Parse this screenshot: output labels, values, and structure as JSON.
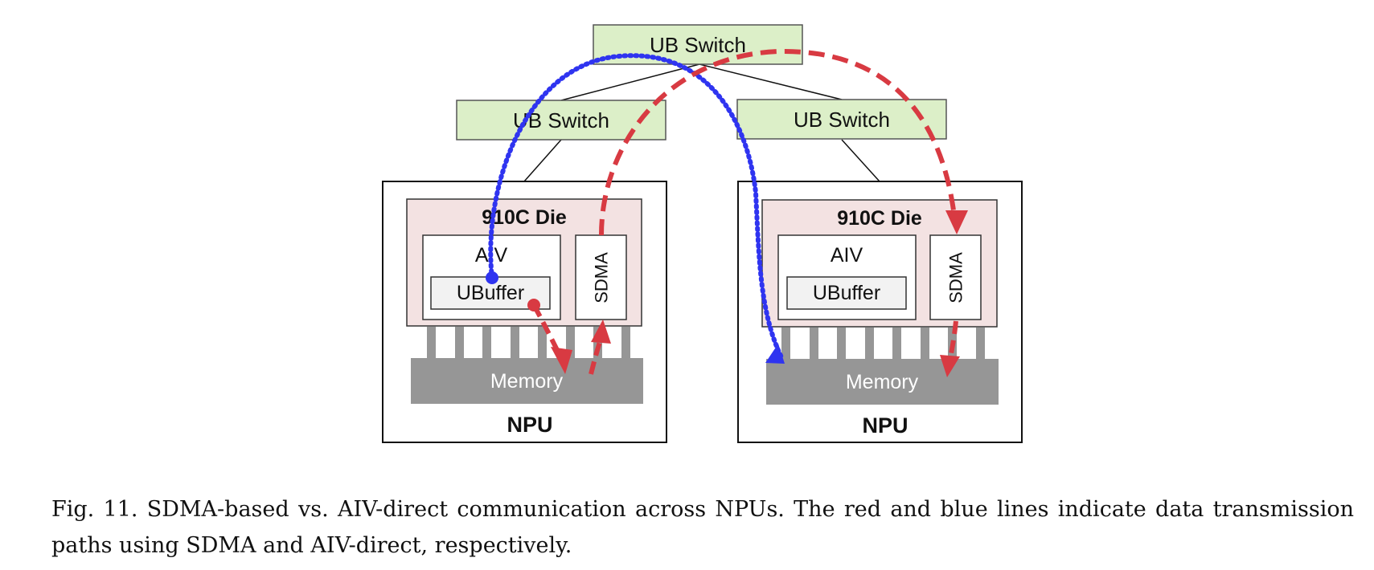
{
  "diagram": {
    "switch_top": "UB Switch",
    "switch_left": "UB Switch",
    "switch_right": "UB Switch",
    "npu_left": {
      "die": "910C Die",
      "aiv": "AIV",
      "ubuffer": "UBuffer",
      "sdma": "SDMA",
      "memory": "Memory",
      "npu": "NPU"
    },
    "npu_right": {
      "die": "910C Die",
      "aiv": "AIV",
      "ubuffer": "UBuffer",
      "sdma": "SDMA",
      "memory": "Memory",
      "npu": "NPU"
    },
    "colors": {
      "switch_fill": "#dcefc8",
      "die_fill": "#f3e2e2",
      "memory_fill": "#969696",
      "ubuffer_fill": "#f2f2f2",
      "sdma_path": "#d83a42",
      "aiv_direct_path": "#2f34f0"
    }
  },
  "caption": "Fig. 11.  SDMA-based vs. AIV-direct communication across NPUs. The red and blue lines indicate data transmission paths using SDMA and AIV-direct, respectively."
}
